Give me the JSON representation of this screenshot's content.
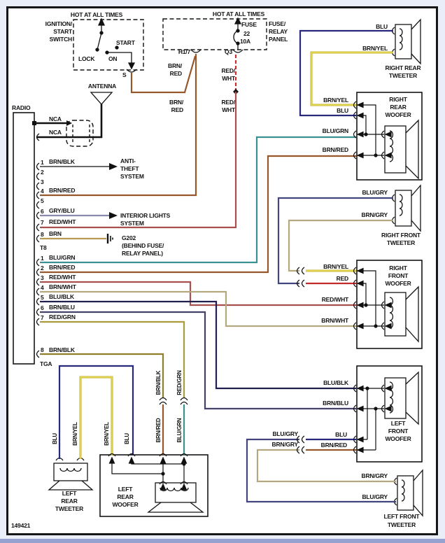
{
  "figure_number": "149421",
  "wire_colors": {
    "brn_red": "#96572b",
    "red_dashed": "#cc2d2d",
    "red_wht": "#a84f4f",
    "blu": "#28287d",
    "brn_yel": "#c0b031",
    "brn_yel_light": "#eadc55",
    "blu_grn": "#3b9191",
    "blu_gry": "#44447f",
    "brn_gry": "#b3a87e",
    "brn_wht": "#b3a87e",
    "red": "#c22b2b",
    "blu_blk": "#20204f",
    "brn_blu": "#42426b",
    "red_grn": "#ab9b3d",
    "brn_blk": "#8f7f2a",
    "brn": "#b69a52",
    "gry_blu": "#8a8aad",
    "black": "#111111"
  },
  "ignition": {
    "hot": "HOT AT ALL TIMES",
    "name": [
      "IGNITION/",
      "START",
      "SWITCH"
    ],
    "start": "START",
    "lock": "LOCK",
    "on": "ON",
    "terminal": "S"
  },
  "fuse_panel": {
    "hot": "HOT AT ALL TIMES",
    "fuse": [
      "FUSE",
      "22",
      "10A"
    ],
    "panel": [
      "FUSE/",
      "RELAY",
      "PANEL"
    ],
    "h17": "H1/7",
    "q3": "Q3"
  },
  "feeds": {
    "brn_red_a": [
      "BRN/",
      "RED"
    ],
    "brn_red_b": [
      "BRN/",
      "RED"
    ],
    "red_wht_a": [
      "RED/",
      "WHT"
    ],
    "red_wht_b": [
      "RED/",
      "WHT"
    ]
  },
  "radio": {
    "label": "RADIO",
    "antenna": "ANTENNA",
    "nca_top": "NCA",
    "nca_bottom": "NCA",
    "conn1": {
      "tag": "T8",
      "pins": [
        {
          "n": "1",
          "wire": "BRN/BLK"
        },
        {
          "n": "2",
          "wire": ""
        },
        {
          "n": "3",
          "wire": ""
        },
        {
          "n": "4",
          "wire": "BRN/RED"
        },
        {
          "n": "5",
          "wire": ""
        },
        {
          "n": "6",
          "wire": "GRY/BLU"
        },
        {
          "n": "7",
          "wire": "RED/WHT"
        },
        {
          "n": "8",
          "wire": "BRN"
        }
      ]
    },
    "conn2": {
      "tag": "TGA",
      "pins": [
        {
          "n": "1",
          "wire": "BLU/GRN"
        },
        {
          "n": "2",
          "wire": "BRN/RED"
        },
        {
          "n": "3",
          "wire": "RED/WHT"
        },
        {
          "n": "4",
          "wire": "BRN/WHT"
        },
        {
          "n": "5",
          "wire": "BLU/BLK"
        },
        {
          "n": "6",
          "wire": "BRN/BLU"
        },
        {
          "n": "7",
          "wire": "RED/GRN"
        },
        {
          "n": "8",
          "wire": "BRN/BLK"
        }
      ]
    }
  },
  "systems": {
    "anti_theft": [
      "ANTI-",
      "THEFT",
      "SYSTEM"
    ],
    "interior_lights": [
      "INTERIOR LIGHTS",
      "SYSTEM"
    ],
    "ground": [
      "G202",
      "(BEHIND FUSE/",
      "RELAY PANEL)"
    ]
  },
  "right_rear": {
    "tweeter_name": [
      "RIGHT REAR",
      "TWEETER"
    ],
    "woofer_name": [
      "RIGHT",
      "REAR",
      "WOOFER"
    ],
    "tw_blu": "BLU",
    "tw_brn_yel": "BRN/YEL",
    "wf_brn_yel": "BRN/YEL",
    "wf_blu": "BLU",
    "wf_blu_grn": "BLU/GRN",
    "wf_brn_red": "BRN/RED"
  },
  "right_front": {
    "tweeter_name": [
      "RIGHT FRONT",
      "TWEETER"
    ],
    "woofer_name": [
      "RIGHT",
      "FRONT",
      "WOOFER"
    ],
    "tw_blu_gry": "BLU/GRY",
    "tw_brn_gry": "BRN/GRY",
    "wf_brn_yel": "BRN/YEL",
    "wf_red": "RED",
    "wf_red_wht": "RED/WHT",
    "wf_brn_wht": "BRN/WHT"
  },
  "left_front": {
    "tweeter_name": [
      "LEFT FRONT",
      "TWEETER"
    ],
    "woofer_name": [
      "LEFT",
      "FRONT",
      "WOOFER"
    ],
    "wf_blu_blk": "BLU/BLK",
    "wf_brn_blu": "BRN/BLU",
    "br_blu_gry": "BLU/GRY",
    "br_brn_gry": "BRN/GRY",
    "wf_blu": "BLU",
    "wf_brn_red": "BRN/RED",
    "tw_brn_gry": "BRN/GRY",
    "tw_blu_gry": "BLU/GRY"
  },
  "left_rear": {
    "tweeter_name": [
      "LEFT",
      "REAR",
      "TWEETER"
    ],
    "woofer_name": [
      "LEFT",
      "REAR",
      "WOOFER"
    ],
    "v_blu": "BLU",
    "v_brn_yel_t": "BRN/YEL",
    "v_brn_yel_w": "BRN/YEL",
    "v_blu_w": "BLU",
    "v_brn_blk": "BRN/BLK",
    "v_red_grn": "RED/GRN",
    "v_brn_red": "BRN/RED",
    "v_blu_grn": "BLU/GRN"
  }
}
